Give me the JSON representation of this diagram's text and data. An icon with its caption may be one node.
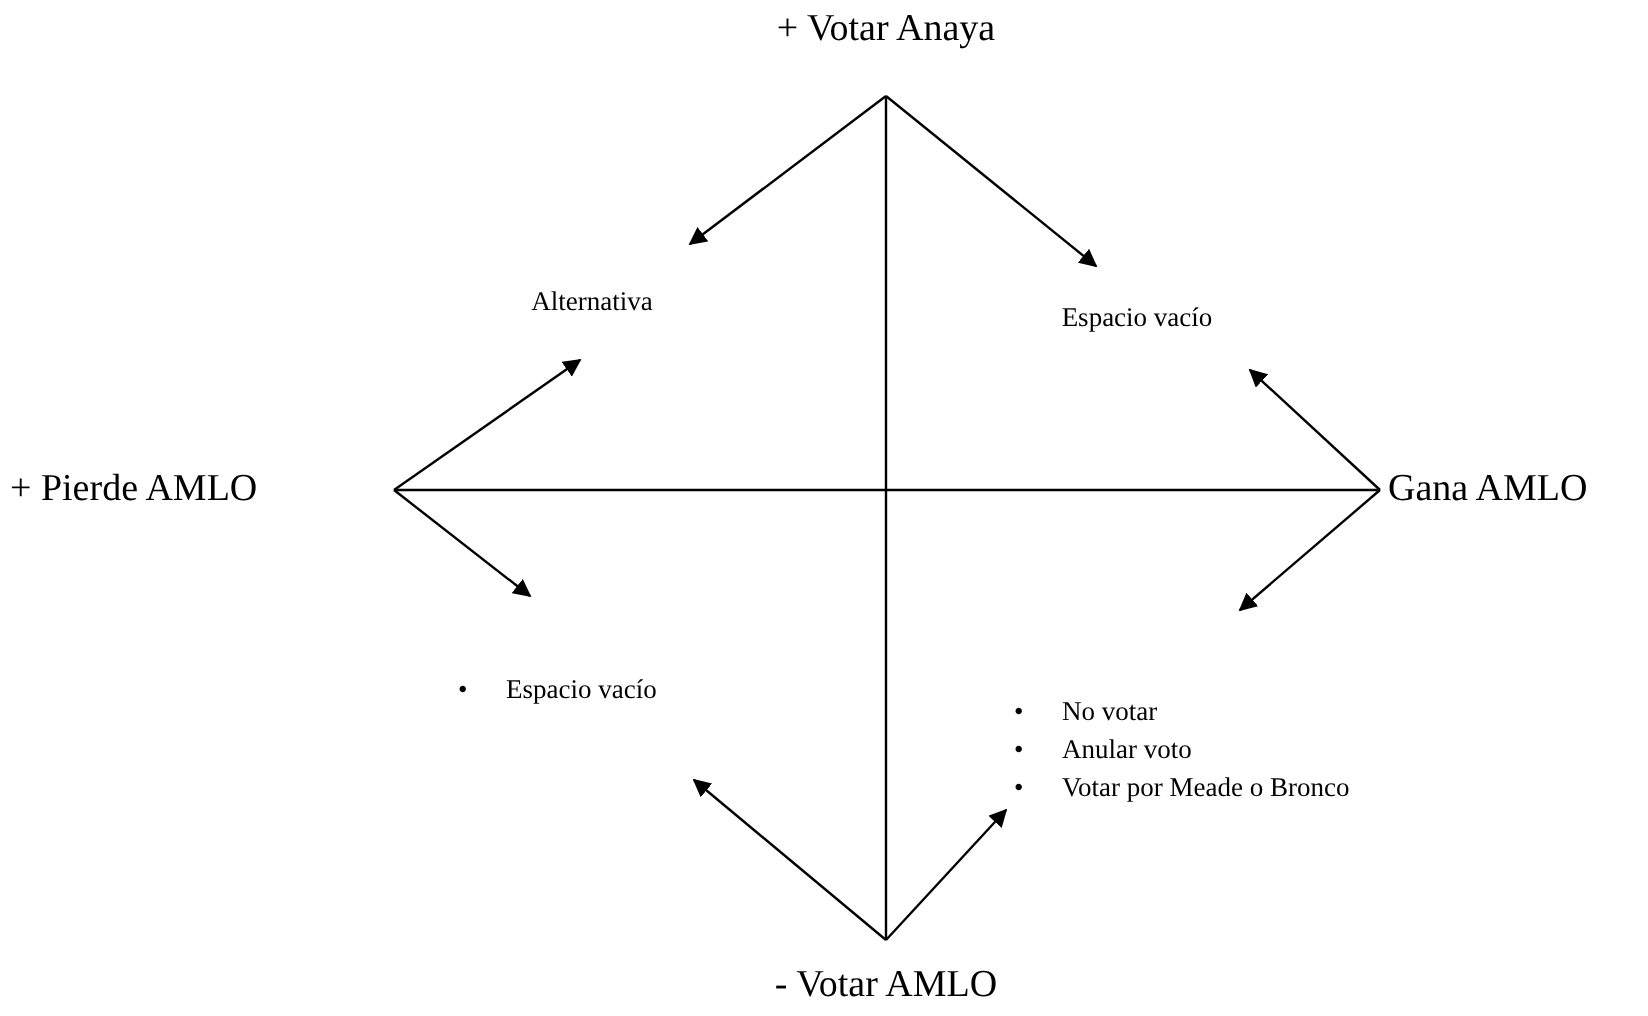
{
  "diagram": {
    "nodes": [
      {
        "text": [
          "+ Votar Anaya"
        ]
      },
      {
        "text": [
          "Alternativa"
        ]
      },
      {
        "text": [
          "Espacio vacío"
        ]
      },
      {
        "text": [
          "+ Pierde AMLO"
        ]
      },
      {
        "text": [
          "Gana AMLO"
        ]
      },
      {
        "text": [
          "• Espacio vacío"
        ]
      },
      {
        "text": [
          "• No votar",
          "• Anular voto",
          "• Votar por Meade o Bronco"
        ]
      },
      {
        "text": [
          "- Votar AMLO"
        ]
      }
    ],
    "edges": [
      {
        "from": 0,
        "to": 7,
        "arrow": "none"
      },
      {
        "from": 3,
        "to": 4,
        "arrow": "none"
      },
      {
        "from": 0,
        "to": 1,
        "arrow": "to"
      },
      {
        "from": 0,
        "to": 2,
        "arrow": "to"
      },
      {
        "from": 3,
        "to": 1,
        "arrow": "to"
      },
      {
        "from": 3,
        "to": 5,
        "arrow": "to"
      },
      {
        "from": 4,
        "to": 2,
        "arrow": "to"
      },
      {
        "from": 4,
        "to": 6,
        "arrow": "to"
      },
      {
        "from": 7,
        "to": 5,
        "arrow": "to"
      },
      {
        "from": 7,
        "to": 6,
        "arrow": "to"
      }
    ]
  }
}
